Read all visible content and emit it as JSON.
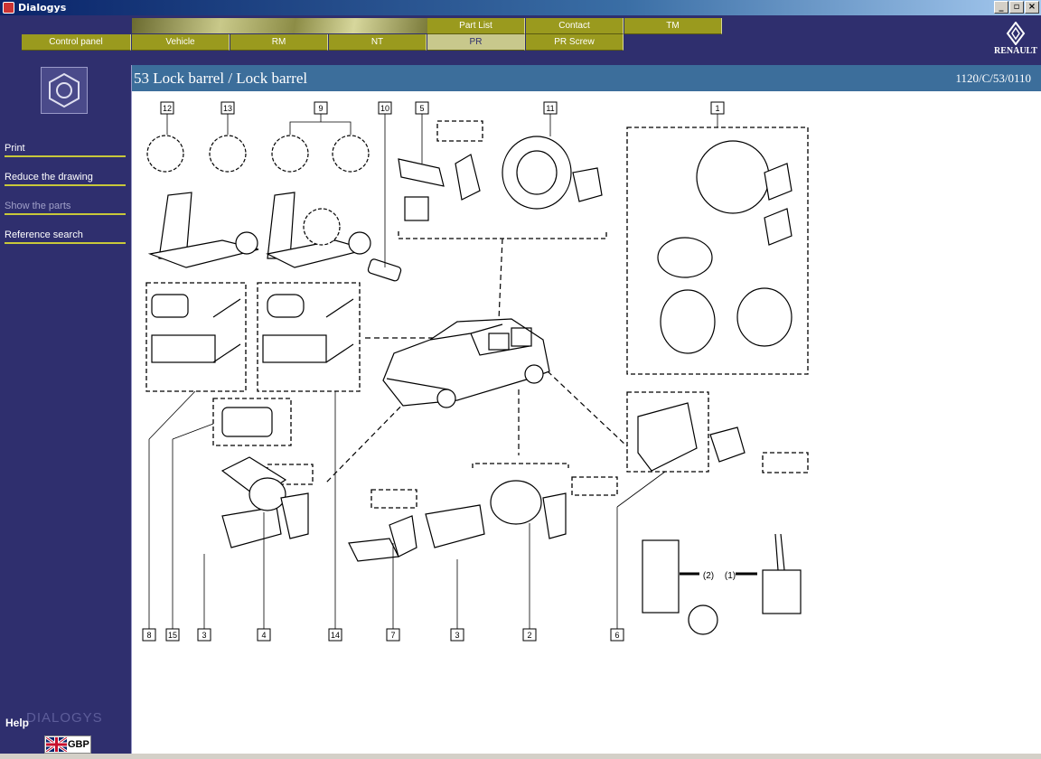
{
  "window": {
    "title": "Dialogys",
    "minimize": "_",
    "restore": "▫",
    "close": "×"
  },
  "nav": {
    "row1": [
      {
        "label": "Part List",
        "active": false
      },
      {
        "label": "Contact",
        "active": false
      },
      {
        "label": "TM",
        "active": false
      }
    ],
    "row2": [
      {
        "label": "Control panel",
        "active": false
      },
      {
        "label": "Vehicle",
        "active": false
      },
      {
        "label": "RM",
        "active": false
      },
      {
        "label": "NT",
        "active": false
      },
      {
        "label": "PR",
        "active": true
      },
      {
        "label": "PR Screw",
        "active": false
      }
    ]
  },
  "brand": {
    "name": "RENAULT"
  },
  "sidebar": {
    "menu": [
      {
        "label": "Print",
        "enabled": true
      },
      {
        "label": "Reduce the drawing",
        "enabled": true
      },
      {
        "label": "Show the parts",
        "enabled": false
      },
      {
        "label": "Reference search",
        "enabled": true
      }
    ],
    "help": "Help",
    "watermark": "DIALOGYS",
    "language": "GBP"
  },
  "page": {
    "title": "53 Lock barrel / Lock barrel",
    "reference": "1120/C/53/0110"
  },
  "callouts": {
    "top": [
      "12",
      "13",
      "9",
      "10",
      "5",
      "11",
      "1"
    ],
    "bottom": [
      "8",
      "15",
      "3",
      "4",
      "14",
      "7",
      "3",
      "2",
      "6"
    ]
  },
  "key_legend": {
    "step2": "(2)",
    "step1": "(1)"
  },
  "colors": {
    "sidebar": "#2f2f6e",
    "nav": "#9a9a1e",
    "nav_active": "#c8c88c",
    "header": "#3c6e9b",
    "menu_rule": "#c8c83a"
  }
}
